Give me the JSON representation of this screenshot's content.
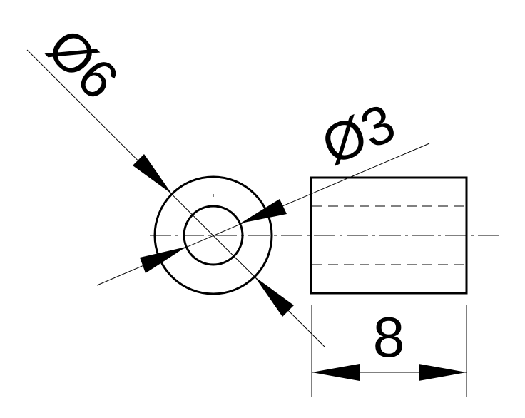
{
  "drawing": {
    "dimensions": {
      "outer_diameter": "Ø6",
      "inner_diameter": "Ø3",
      "length": "8"
    },
    "colors": {
      "line": "#000000",
      "background": "#ffffff"
    }
  }
}
